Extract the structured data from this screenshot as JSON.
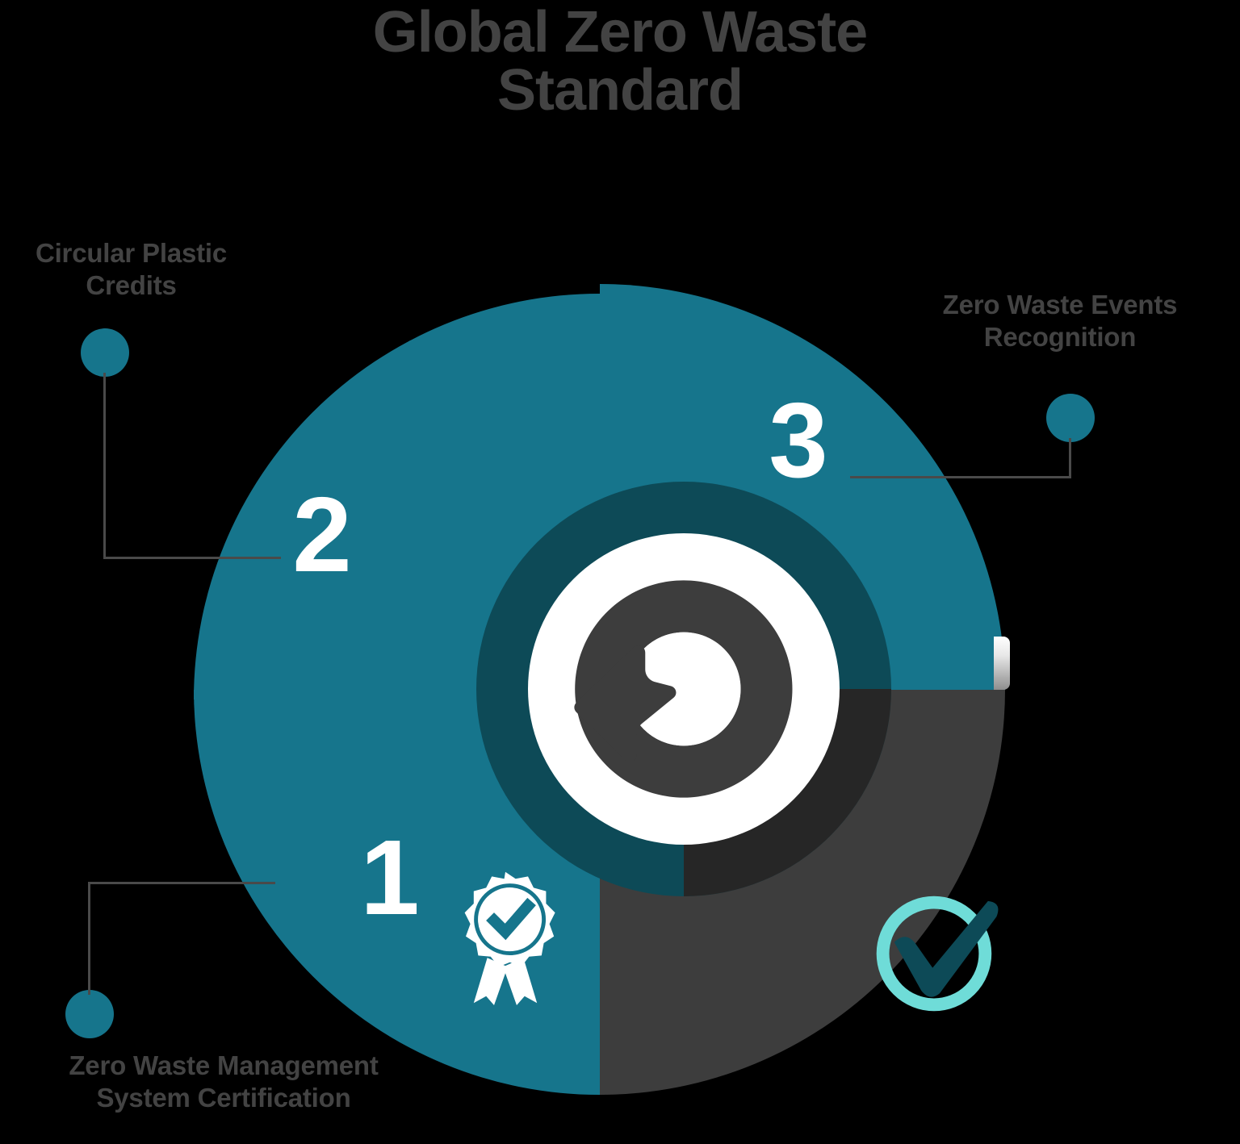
{
  "title": {
    "line1": "Global Zero Waste",
    "line2": "Standard"
  },
  "colors": {
    "teal": "#16758c",
    "teal_dark": "#0d4a57",
    "gray_dark": "#3d3d3d",
    "gray_darker": "#262626",
    "text_gray": "#434343",
    "white": "#ffffff",
    "mint": "#6fdcd8",
    "connector_line": "#4a4a4a"
  },
  "chart_data": {
    "type": "pie",
    "title": "Global Zero Waste Standard",
    "categories": [
      "Zero Waste Management System Certification",
      "Circular Plastic Credits",
      "Zero Waste Events Recognition",
      "unlabeled"
    ],
    "values": [
      25,
      25,
      25,
      25
    ],
    "quadrants": [
      {
        "position": "bottom-left",
        "number": "1",
        "color": "#16758c",
        "label": "Zero Waste Management System Certification"
      },
      {
        "position": "top-left",
        "number": "2",
        "color": "#16758c",
        "label": "Circular Plastic Credits"
      },
      {
        "position": "top-right",
        "number": "3",
        "color": "#16758c",
        "label": "Zero Waste Events Recognition"
      },
      {
        "position": "bottom-right",
        "number": "",
        "color": "#3d3d3d",
        "label": ""
      }
    ],
    "legend_position": "outside-callouts",
    "grid": false
  },
  "segments": {
    "one": {
      "number": "1"
    },
    "two": {
      "number": "2"
    },
    "three": {
      "number": "3"
    }
  },
  "callouts": {
    "circular_plastic_credits": {
      "line1": "Circular Plastic",
      "line2": "Credits"
    },
    "zero_waste_events": {
      "line1": "Zero Waste Events",
      "line2": "Recognition"
    },
    "zero_waste_management": {
      "line1": "Zero Waste Management",
      "line2": "System Certification"
    }
  },
  "icons": {
    "center": "recycle-arrow-icon",
    "segment_one": "award-ribbon-check-icon",
    "bottom_right": "circle-check-icon"
  }
}
